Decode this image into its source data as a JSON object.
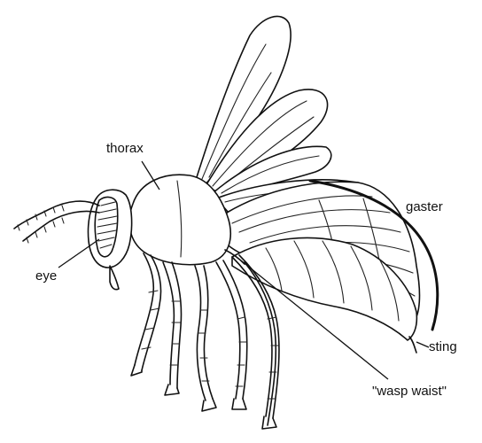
{
  "labels": {
    "thorax": "thorax",
    "gaster": "gaster",
    "eye": "eye",
    "sting": "sting",
    "wasp_waist": "\"wasp waist\""
  },
  "colors": {
    "line": "#111111",
    "background": "#ffffff"
  }
}
